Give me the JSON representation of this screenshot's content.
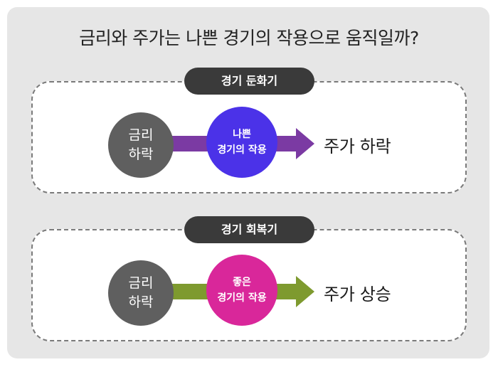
{
  "title": "금리와 주가는 나쁜 경기의 작용으로 움직일까?",
  "sections": [
    {
      "label": "경기 둔화기",
      "cause": {
        "line1": "금리",
        "line2": "하락"
      },
      "effect": {
        "line1": "나쁜",
        "line2": "경기의 작용"
      },
      "result": "주가 하락",
      "colors": {
        "arrow": "#7b3aa3",
        "circle": "#4b32e8"
      }
    },
    {
      "label": "경기 회복기",
      "cause": {
        "line1": "금리",
        "line2": "하락"
      },
      "effect": {
        "line1": "좋은",
        "line2": "경기의 작용"
      },
      "result": "주가 상승",
      "colors": {
        "arrow": "#7e9a2f",
        "circle": "#d9279a"
      }
    }
  ]
}
